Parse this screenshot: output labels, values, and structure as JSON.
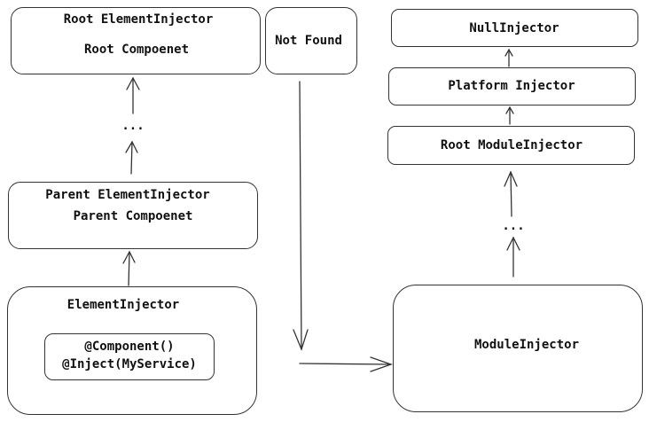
{
  "left": {
    "root_box": {
      "title": "Root ElementInjector",
      "subtitle": "Root Compoenet"
    },
    "ellipsis": "...",
    "parent_box": {
      "title": "Parent ElementInjector",
      "subtitle": "Parent Compoenet"
    },
    "element_box": {
      "title": "ElementInjector",
      "inner_line1": "@Component()",
      "inner_line2": "@Inject(MyService)"
    }
  },
  "not_found": {
    "label": "Not Found"
  },
  "right": {
    "null_injector": {
      "label": "NullInjector"
    },
    "platform_injector": {
      "label": "Platform Injector"
    },
    "root_module_injector": {
      "label": "Root ModuleInjector"
    },
    "ellipsis": "...",
    "module_injector": {
      "label": "ModuleInjector"
    }
  },
  "colors": {
    "stroke": "#333333",
    "text": "#111111",
    "background": "#ffffff"
  }
}
